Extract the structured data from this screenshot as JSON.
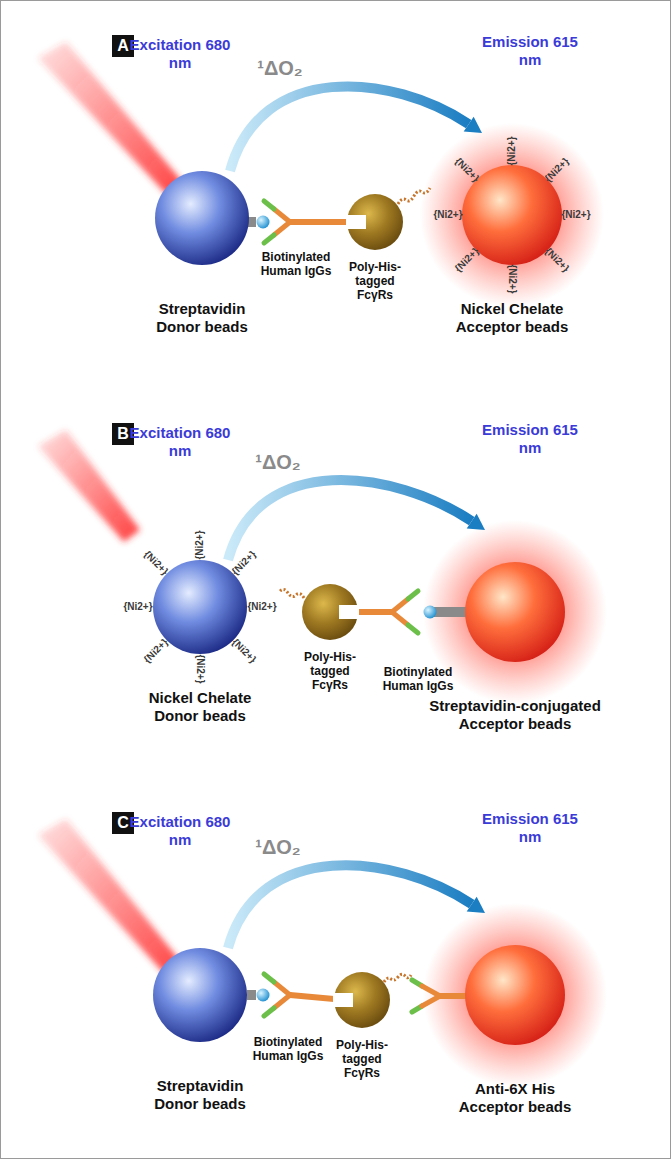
{
  "diagram": {
    "nodes": [
      {
        "text": [
          "A"
        ]
      },
      {
        "text": [
          "Streptavidin Donor beads"
        ]
      },
      {
        "text": [
          "Poly-His-tagged FcγRs"
        ]
      },
      {
        "text": [
          "Nickel Chelate Acceptor beads"
        ]
      },
      {
        "text": [
          "B"
        ]
      },
      {
        "text": [
          "Nickel Chelate Donor beads"
        ]
      },
      {
        "text": [
          "Poly-His-tagged FcγRs"
        ]
      },
      {
        "text": [
          "Streptavidin-conjugated Acceptor beads"
        ]
      },
      {
        "text": [
          "C"
        ]
      },
      {
        "text": [
          "Streptavidin Donor beads"
        ]
      },
      {
        "text": [
          "Poly-His-tagged FcγRs"
        ]
      },
      {
        "text": [
          "Anti-6X His Acceptor beads"
        ]
      }
    ],
    "edges": [
      {
        "from": 1,
        "to": 3,
        "arrow": "to",
        "label": "¹ΔO₂"
      },
      {
        "from": 5,
        "to": 7,
        "arrow": "to",
        "label": "¹ΔO₂"
      },
      {
        "from": 9,
        "to": 11,
        "arrow": "to",
        "label": "¹ΔO₂"
      }
    ],
    "labels": [
      "Excitation 680 nm",
      "Emission 615 nm",
      "Biotinylated Human IgGs",
      "{Ni2+}",
      "{Ni2+}",
      "{Ni2+}",
      "{Ni2+}",
      "{Ni2+}",
      "{Ni2+}",
      "{Ni2+}",
      "{Ni2+}",
      "Excitation 680 nm",
      "Emission 615 nm",
      "Biotinylated Human IgGs",
      "{Ni2+}",
      "{Ni2+}",
      "{Ni2+}",
      "{Ni2+}",
      "{Ni2+}",
      "{Ni2+}",
      "{Ni2+}",
      "{Ni2+}",
      "Excitation 680 nm",
      "Emission 615 nm",
      "Biotinylated Human IgGs"
    ]
  }
}
